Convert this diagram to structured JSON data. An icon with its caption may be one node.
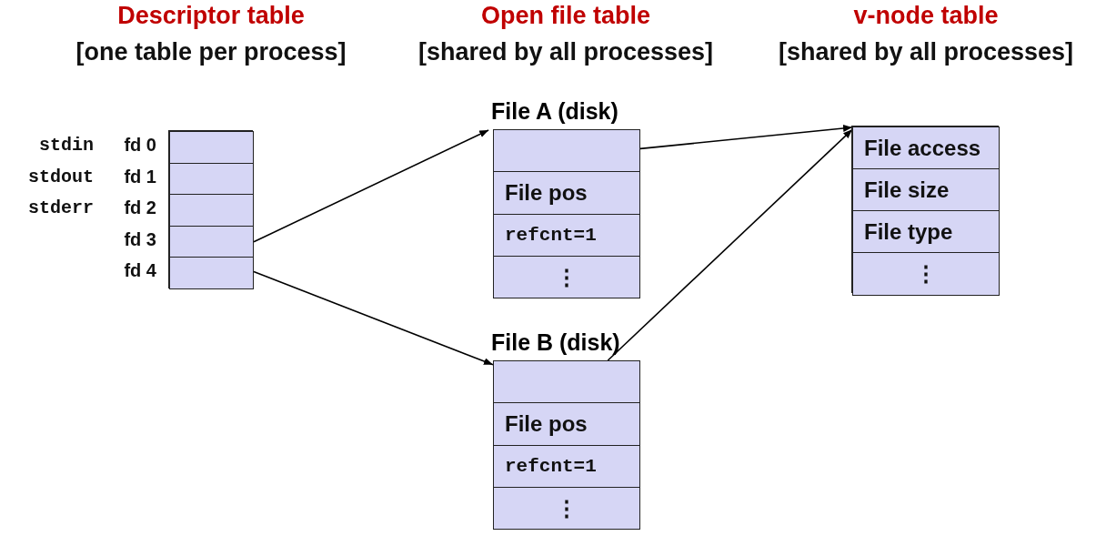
{
  "diagram": {
    "nodes": [
      {
        "text": [],
        "shape": "box"
      },
      {
        "text": [],
        "shape": "box",
        "in": 0,
        "beside": [
          "stdin",
          "fd 0"
        ]
      },
      {
        "text": [],
        "shape": "box",
        "in": 0,
        "beside": [
          "stdout",
          "fd 1"
        ]
      },
      {
        "text": [],
        "shape": "box",
        "in": 0,
        "beside": [
          "stderr",
          "fd 2"
        ]
      },
      {
        "text": [],
        "shape": "box",
        "in": 0,
        "beside": [
          "fd 3"
        ]
      },
      {
        "text": [],
        "shape": "box",
        "in": 0,
        "beside": [
          "fd 4"
        ]
      },
      {
        "text": [
          "File A (disk)"
        ]
      },
      {
        "text": [],
        "shape": "box",
        "in": 6
      },
      {
        "text": [
          "File pos"
        ],
        "in": 6
      },
      {
        "text": [
          "refcnt=1"
        ],
        "in": 6
      },
      {
        "text": [
          "⋮"
        ],
        "in": 6
      },
      {
        "text": [
          "File B (disk)"
        ]
      },
      {
        "text": [],
        "shape": "box",
        "in": 11
      },
      {
        "text": [
          "File pos"
        ],
        "in": 11
      },
      {
        "text": [
          "refcnt=1"
        ],
        "in": 11
      },
      {
        "text": [
          "⋮"
        ],
        "in": 11
      },
      {
        "text": [],
        "shape": "box"
      },
      {
        "text": [
          "File access"
        ],
        "in": 16
      },
      {
        "text": [
          "File size"
        ],
        "in": 16
      },
      {
        "text": [
          "File type"
        ],
        "in": 16
      },
      {
        "text": [
          "⋮"
        ],
        "in": 16
      }
    ],
    "edges": [
      {
        "from": 4,
        "to": 7,
        "arrow": "to"
      },
      {
        "from": 5,
        "to": 12,
        "arrow": "to"
      },
      {
        "from": 7,
        "to": 17,
        "arrow": "to"
      },
      {
        "from": 12,
        "to": 17,
        "arrow": "to"
      }
    ],
    "labels": [
      "Descriptor table",
      "Open file table",
      "v-node table",
      "[one table per process]",
      "[shared by all processes]",
      "[shared by all processes]"
    ]
  }
}
